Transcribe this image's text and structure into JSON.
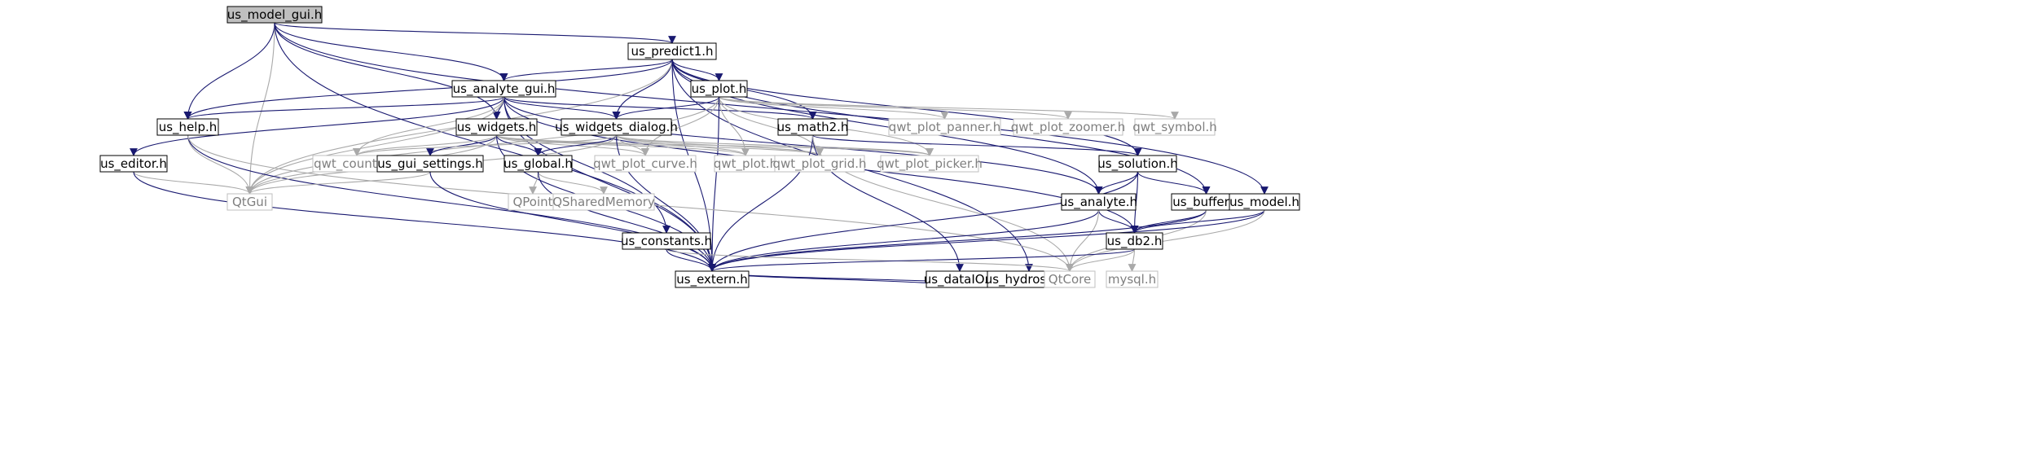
{
  "graph": {
    "colors": {
      "edge_main": "#191970",
      "edge_external": "#a9a9a9",
      "node_border_main": "#000000",
      "node_border_external": "#bfbfbf",
      "node_fill": "#ffffff",
      "root_fill": "#bfbfbf",
      "text_main": "#000000",
      "text_external": "#7f7f7f"
    },
    "nodes": [
      {
        "id": "us_model_gui",
        "label": "us_model_gui.h",
        "kind": "root"
      },
      {
        "id": "us_predict1",
        "label": "us_predict1.h",
        "kind": "header"
      },
      {
        "id": "us_analyte_gui",
        "label": "us_analyte_gui.h",
        "kind": "header"
      },
      {
        "id": "us_plot",
        "label": "us_plot.h",
        "kind": "header"
      },
      {
        "id": "us_help",
        "label": "us_help.h",
        "kind": "header"
      },
      {
        "id": "us_widgets",
        "label": "us_widgets.h",
        "kind": "header"
      },
      {
        "id": "us_widgets_dialog",
        "label": "us_widgets_dialog.h",
        "kind": "header"
      },
      {
        "id": "us_math2",
        "label": "us_math2.h",
        "kind": "header"
      },
      {
        "id": "qwt_plot_panner",
        "label": "qwt_plot_panner.h",
        "kind": "external"
      },
      {
        "id": "qwt_plot_zoomer",
        "label": "qwt_plot_zoomer.h",
        "kind": "external"
      },
      {
        "id": "qwt_symbol",
        "label": "qwt_symbol.h",
        "kind": "external"
      },
      {
        "id": "us_editor",
        "label": "us_editor.h",
        "kind": "header"
      },
      {
        "id": "qwt_counter",
        "label": "qwt_counter.h",
        "kind": "external"
      },
      {
        "id": "us_gui_settings",
        "label": "us_gui_settings.h",
        "kind": "header"
      },
      {
        "id": "us_global",
        "label": "us_global.h",
        "kind": "header"
      },
      {
        "id": "qwt_plot_curve",
        "label": "qwt_plot_curve.h",
        "kind": "external"
      },
      {
        "id": "qwt_plot",
        "label": "qwt_plot.h",
        "kind": "external"
      },
      {
        "id": "qwt_plot_grid",
        "label": "qwt_plot_grid.h",
        "kind": "external"
      },
      {
        "id": "qwt_plot_picker",
        "label": "qwt_plot_picker.h",
        "kind": "external"
      },
      {
        "id": "us_solution",
        "label": "us_solution.h",
        "kind": "header"
      },
      {
        "id": "QtGui",
        "label": "QtGui",
        "kind": "external"
      },
      {
        "id": "QPoint",
        "label": "QPoint",
        "kind": "external"
      },
      {
        "id": "QSharedMemory",
        "label": "QSharedMemory",
        "kind": "external"
      },
      {
        "id": "us_analyte",
        "label": "us_analyte.h",
        "kind": "header"
      },
      {
        "id": "us_buffer",
        "label": "us_buffer.h",
        "kind": "header"
      },
      {
        "id": "us_model",
        "label": "us_model.h",
        "kind": "header"
      },
      {
        "id": "us_constants",
        "label": "us_constants.h",
        "kind": "header"
      },
      {
        "id": "us_dataIO",
        "label": "us_dataIO.h",
        "kind": "header"
      },
      {
        "id": "us_hydrosim",
        "label": "us_hydrosim.h",
        "kind": "header"
      },
      {
        "id": "us_db2",
        "label": "us_db2.h",
        "kind": "header"
      },
      {
        "id": "us_extern",
        "label": "us_extern.h",
        "kind": "header"
      },
      {
        "id": "QtCore",
        "label": "QtCore",
        "kind": "external"
      },
      {
        "id": "mysql",
        "label": "mysql.h",
        "kind": "external"
      }
    ]
  }
}
